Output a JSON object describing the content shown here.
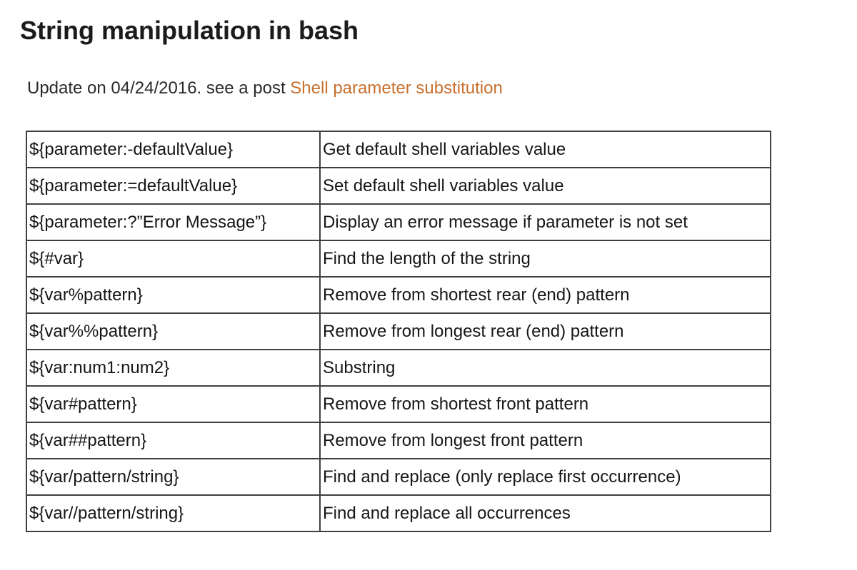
{
  "page": {
    "title": "String manipulation in bash",
    "note_prefix": "Update on 04/24/2016. see a post ",
    "link_text": "Shell parameter substitution"
  },
  "colors": {
    "text": "#1c1c1c",
    "link": "#c8702e",
    "table_border": "#404040"
  },
  "table": {
    "rows": [
      {
        "syntax": "${parameter:-defaultValue}",
        "description": "Get default shell variables value"
      },
      {
        "syntax": "${parameter:=defaultValue}",
        "description": "Set default shell variables value"
      },
      {
        "syntax": "${parameter:?”Error Message”}",
        "description": "Display an error message if parameter is not set"
      },
      {
        "syntax": "${#var}",
        "description": "Find the length of the string"
      },
      {
        "syntax": "${var%pattern}",
        "description": "Remove from shortest rear (end) pattern"
      },
      {
        "syntax": "${var%%pattern}",
        "description": "Remove from longest rear (end) pattern"
      },
      {
        "syntax": "${var:num1:num2}",
        "description": "Substring"
      },
      {
        "syntax": "${var#pattern}",
        "description": "Remove from shortest front pattern"
      },
      {
        "syntax": "${var##pattern}",
        "description": "Remove from longest front pattern"
      },
      {
        "syntax": "${var/pattern/string}",
        "description": "Find and replace (only replace first occurrence)"
      },
      {
        "syntax": "${var//pattern/string}",
        "description": "Find and replace all occurrences"
      }
    ]
  }
}
